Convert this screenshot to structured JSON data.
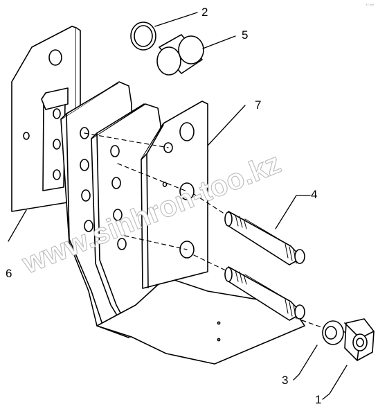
{
  "diagram": {
    "parts": [
      {
        "number": "1",
        "part": "hex-nut"
      },
      {
        "number": "2",
        "part": "o-ring"
      },
      {
        "number": "3",
        "part": "washer"
      },
      {
        "number": "4",
        "part": "threaded-pins"
      },
      {
        "number": "5",
        "part": "bushing"
      },
      {
        "number": "6",
        "part": "rear-plate"
      },
      {
        "number": "7",
        "part": "front-plate"
      }
    ]
  },
  "watermark": {
    "text": "www.sinhron-too.kz"
  },
  "corner_tag": "47-xxx",
  "colors": {
    "line": "#000000",
    "background": "#ffffff",
    "watermark": "#cfcfcf"
  }
}
